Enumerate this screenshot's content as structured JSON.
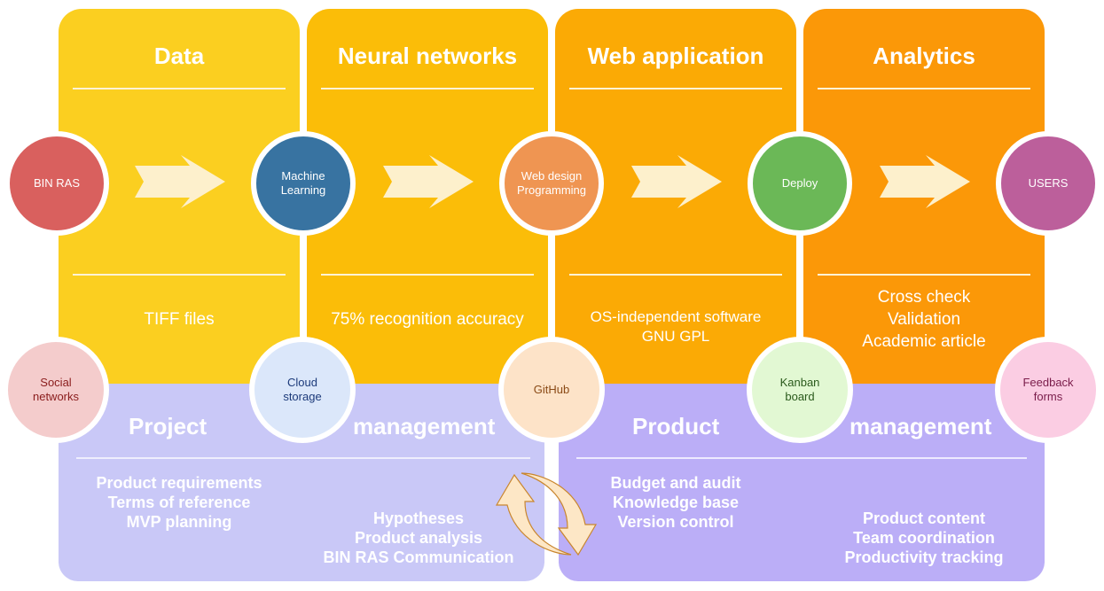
{
  "columns": [
    {
      "title": "Data",
      "body": [
        "TIFF files"
      ]
    },
    {
      "title": "Neural networks",
      "body": [
        "75% recognition accuracy"
      ]
    },
    {
      "title": "Web application",
      "body": [
        "OS-independent software",
        "GNU GPL"
      ]
    },
    {
      "title": "Analytics",
      "body": [
        "Cross check",
        "Validation",
        "Academic article"
      ]
    }
  ],
  "flow_nodes": [
    "BIN RAS",
    "Machine\nLearning",
    "Web design\nProgramming",
    "Deploy",
    "USERS"
  ],
  "tool_nodes": [
    "Social\nnetworks",
    "Cloud\nstorage",
    "GitHub",
    "Kanban\nboard",
    "Feedback\nforms"
  ],
  "project_management": {
    "title_left": "Project",
    "title_right": "management",
    "list_left": [
      "Product requirements",
      "Terms of reference",
      "MVP planning"
    ],
    "list_right": [
      "Hypotheses",
      "Product analysis",
      "BIN RAS Communication"
    ]
  },
  "product_management": {
    "title_left": "Product",
    "title_right": "management",
    "list_left": [
      "Budget and audit",
      "Knowledge base",
      "Version control"
    ],
    "list_right": [
      "Product content",
      "Team coordination",
      "Productivity tracking"
    ]
  },
  "colors": {
    "data": "#fbcf20",
    "neural": "#fbbd08",
    "web": "#fbaa05",
    "analytics": "#fb9808",
    "project_mgmt": "#c9c8f7",
    "product_mgmt": "#bbaef7",
    "bin_ras": "#d9605e",
    "machine_learning": "#3873a1",
    "web_design": "#ef9552",
    "deploy": "#6bb857",
    "users": "#bc5f9b",
    "social": "#f4cccc",
    "cloud": "#dbe7fa",
    "github": "#fde3c8",
    "kanban": "#e2f8d3",
    "feedback": "#fbcde3"
  }
}
